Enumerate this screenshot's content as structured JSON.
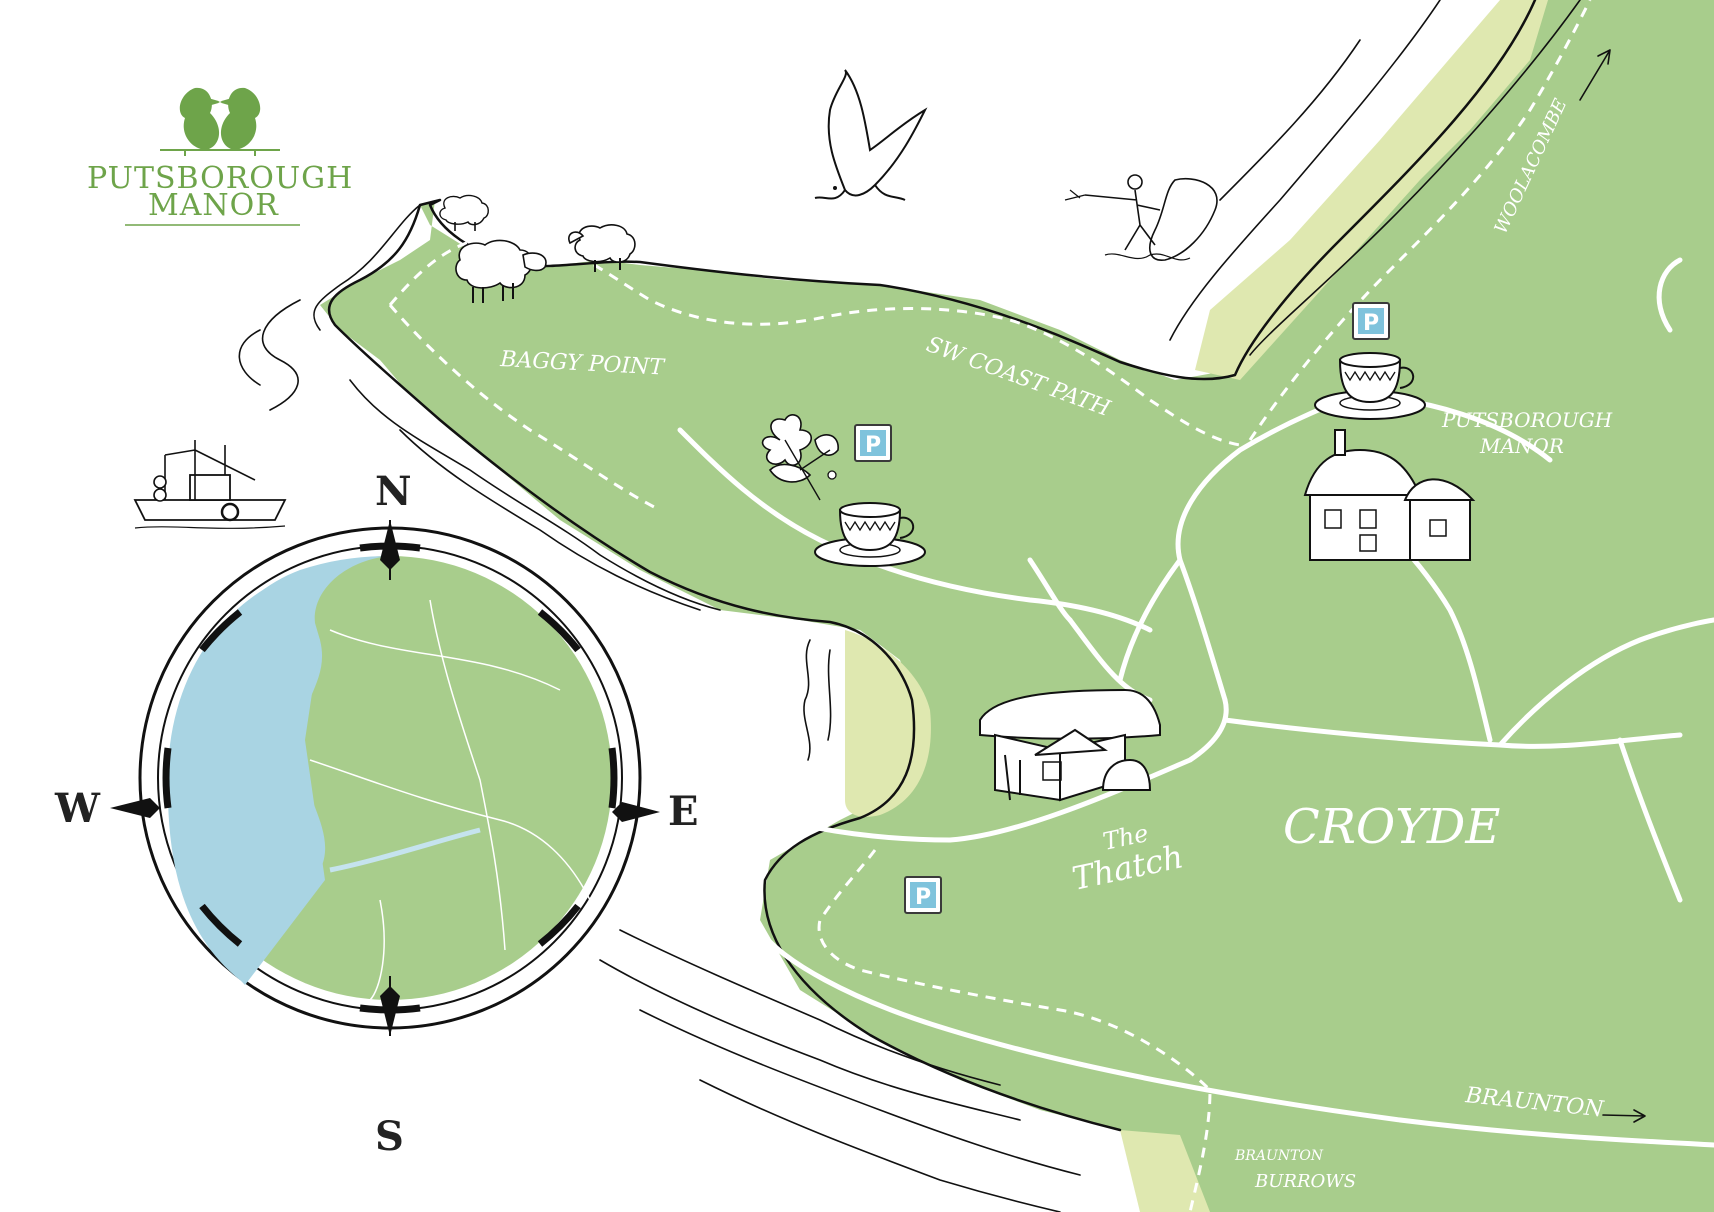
{
  "logo": {
    "brand_line1": "PUTSBOROUGH",
    "brand_line2": "MANOR"
  },
  "labels": {
    "baggy_point": "BAGGY POINT",
    "sw_coast_path": "SW COAST PATH",
    "woolacombe": "WOOLACOMBE",
    "putsborough_manor_line1": "PUTSBOROUGH",
    "putsborough_manor_line2": "MANOR",
    "croyde": "CROYDE",
    "the_thatch_line1": "The",
    "the_thatch_line2": "Thatch",
    "braunton": "BRAUNTON",
    "braunton_burrows_line1": "BRAUNTON",
    "braunton_burrows_line2": "BURROWS"
  },
  "compass": {
    "north": "N",
    "south": "S",
    "east": "E",
    "west": "W"
  },
  "parking": {
    "symbol": "P"
  },
  "colors": {
    "land": "#a8cd8c",
    "sand": "#dfe8b0",
    "sea_inset": "#a9d4e3",
    "road": "#ffffff",
    "ink": "#111111",
    "brand_green": "#6ea44a",
    "parking_blue": "#7fc3dc"
  },
  "icons": [
    "puffins-logo-icon",
    "seagull-icon",
    "surfer-icon",
    "fishing-boat-icon",
    "sheep-icon",
    "tea-cup-icon",
    "oak-leaf-icon",
    "cottage-icon",
    "thatched-pub-icon",
    "parking-icon",
    "compass-rose-icon",
    "arrow-icon"
  ]
}
